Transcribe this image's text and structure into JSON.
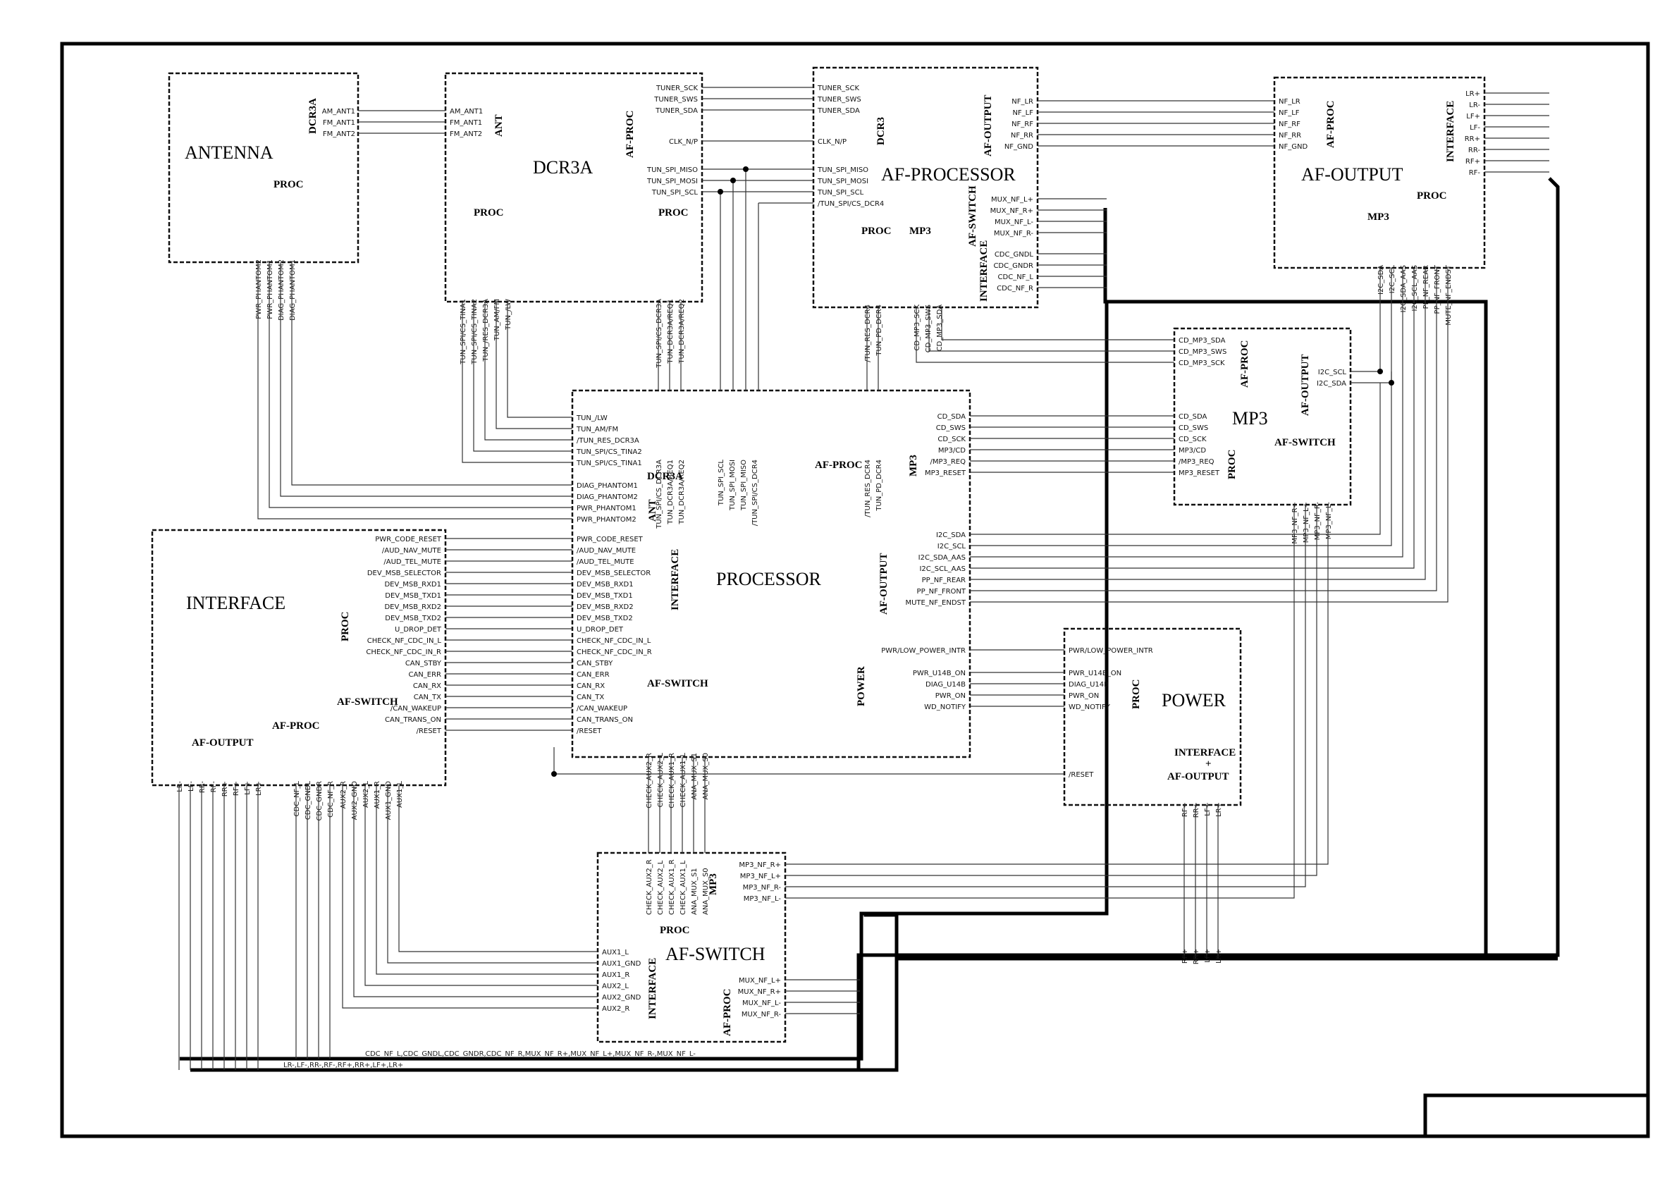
{
  "blocks": {
    "antenna": {
      "title": "ANTENNA",
      "tag_dcr3a": "DCR3A",
      "tag_proc": "PROC",
      "pins_right": [
        "AM_ANT1",
        "FM_ANT1",
        "FM_ANT2"
      ],
      "pins_bottom": [
        "PWR_PHANTOM2",
        "PWR_PHANTOM1",
        "DIAG_PHANTOM2",
        "DIAG_PHANTOM1"
      ]
    },
    "dcr3a": {
      "title": "DCR3A",
      "tag_ant": "ANT",
      "tag_afproc": "AF-PROC",
      "tag_proc_l": "PROC",
      "tag_proc_r": "PROC",
      "pins_left": [
        "AM_ANT1",
        "FM_ANT1",
        "FM_ANT2"
      ],
      "pins_right": [
        "TUNER_SCK",
        "TUNER_SWS",
        "TUNER_SDA",
        "CLK_N/P",
        "TUN_SPI_MISO",
        "TUN_SPI_MOSI",
        "TUN_SPI_SCL"
      ],
      "pins_bottom_l": [
        "TUN_SPI/CS_TINA1",
        "TUN_SPI/CS_TINA2",
        "TUN_/RES_DCR3A",
        "TUN_AM/FM",
        "TUN_/LW"
      ],
      "pins_bottom_r": [
        "TUN_SPI/CS_DCR3A",
        "TUN_DCR3A/REQ1",
        "TUN_DCR3A/REQ2"
      ]
    },
    "afproc": {
      "title": "AF-PROCESSOR",
      "tag_dcr3": "DCR3",
      "tag_afout": "AF-OUTPUT",
      "tag_afsw": "AF-SWITCH",
      "tag_if": "INTERFACE",
      "tag_proc": "PROC",
      "tag_mp3": "MP3",
      "pins_left": [
        "TUNER_SCK",
        "TUNER_SWS",
        "TUNER_SDA",
        "CLK_N/P",
        "TUN_SPI_MISO",
        "TUN_SPI_MOSI",
        "TUN_SPI_SCL",
        "/TUN_SPI/CS_DCR4"
      ],
      "pins_right": [
        "NF_LR",
        "NF_LF",
        "NF_RF",
        "NF_RR",
        "NF_GND"
      ],
      "pins_right2": [
        "MUX_NF_L+",
        "MUX_NF_R+",
        "MUX_NF_L-",
        "MUX_NF_R-"
      ],
      "pins_right3": [
        "CDC_GNDL",
        "CDC_GNDR",
        "CDC_NF_L",
        "CDC_NF_R"
      ],
      "pins_bottom_l": [
        "/TUN_RES_DCR4",
        "TUN_PD_DCR4"
      ],
      "pins_bottom_r": [
        "CD_MP3_SCK",
        "CD_MP3_SWS",
        "CD_MP3_SDA"
      ]
    },
    "afoutput": {
      "title": "AF-OUTPUT",
      "tag_afproc": "AF-PROC",
      "tag_if": "INTERFACE",
      "tag_proc": "PROC",
      "tag_mp3": "MP3",
      "pins_left": [
        "NF_LR",
        "NF_LF",
        "NF_RF",
        "NF_RR",
        "NF_GND"
      ],
      "pins_right": [
        "LR+",
        "LR-",
        "LF+",
        "LF-",
        "RR+",
        "RR-",
        "RF+",
        "RF-"
      ],
      "pins_bottom": [
        "I2C_SDA",
        "I2C_SCL",
        "I2C_SDA_AAS",
        "I2C_SCL_AAS",
        "PP_NF_REAR",
        "PP_NF_FRONT",
        "MUTE_NF_ENDST"
      ]
    },
    "mp3": {
      "title": "MP3",
      "tag_afproc": "AF-PROC",
      "tag_afout": "AF-OUTPUT",
      "tag_afsw": "AF-SWITCH",
      "tag_proc": "PROC",
      "pins_left": [
        "CD_MP3_SDA",
        "CD_MP3_SWS",
        "CD_MP3_SCK",
        "CD_SDA",
        "CD_SWS",
        "CD_SCK",
        "MP3/CD",
        "/MP3_REQ",
        "MP3_RESET"
      ],
      "pins_right": [
        "I2C_SCL",
        "I2C_SDA"
      ],
      "pins_bottom": [
        "MP3_NF_R+",
        "MP3_NF_L+",
        "MP3_NF_R-",
        "MP3_NF_L-"
      ]
    },
    "processor": {
      "title": "PROCESSOR",
      "tag_dcr3a": "DCR3A",
      "tag_ant": "ANT",
      "tag_afproc": "AF-PROC",
      "tag_mp3": "MP3",
      "tag_if": "INTERFACE",
      "tag_afout": "AF-OUTPUT",
      "tag_afsw": "AF-SWITCH",
      "tag_power": "POWER",
      "pins_left_top": [
        "TUN_/LW",
        "TUN_AM/FM",
        "/TUN_RES_DCR3A",
        "TUN_SPI/CS_TINA2",
        "TUN_SPI/CS_TINA1"
      ],
      "pins_left_mid": [
        "DIAG_PHANTOM1",
        "DIAG_PHANTOM2",
        "PWR_PHANTOM1",
        "PWR_PHANTOM2"
      ],
      "pins_left": [
        "PWR_CODE_RESET",
        "/AUD_NAV_MUTE",
        "/AUD_TEL_MUTE",
        "DEV_MSB_SELECTOR",
        "DEV_MSB_RXD1",
        "DEV_MSB_TXD1",
        "DEV_MSB_RXD2",
        "DEV_MSB_TXD2",
        "U_DROP_DET",
        "CHECK_NF_CDC_IN_L",
        "CHECK_NF_CDC_IN_R",
        "CAN_STBY",
        "CAN_ERR",
        "CAN_RX",
        "CAN_TX",
        "/CAN_WAKEUP",
        "CAN_TRANS_ON",
        "/RESET"
      ],
      "pins_top": [
        "TUN_SPI/CS_DCR3A",
        "TUN_DCR3A/REQ1",
        "TUN_DCR3A/REQ2",
        "TUN_SPI_SCL",
        "TUN_SPI_MOSI",
        "TUN_SPI_MISO",
        "/TUN_SPI/CS_DCR4",
        "/TUN_RES_DCR4",
        "TUN_PD_DCR4"
      ],
      "pins_right_top": [
        "CD_SDA",
        "CD_SWS",
        "CD_SCK",
        "MP3/CD",
        "/MP3_REQ",
        "MP3_RESET"
      ],
      "pins_right_mid": [
        "I2C_SDA",
        "I2C_SCL",
        "I2C_SDA_AAS",
        "I2C_SCL_AAS",
        "PP_NF_REAR",
        "PP_NF_FRONT",
        "MUTE_NF_ENDST"
      ],
      "pins_right_low": [
        "PWR/LOW_POWER_INTR",
        "PWR_U14B_ON",
        "DIAG_U14B",
        "PWR_ON",
        "WD_NOTIFY"
      ],
      "pins_bottom": [
        "CHECK_AUX2_R",
        "CHECK_AUX2_L",
        "CHECK_AUX1_R",
        "CHECK_AUX1_L",
        "ANA_MUX_S1",
        "ANA_MUX_S0"
      ]
    },
    "interface": {
      "title": "INTERFACE",
      "tag_proc": "PROC",
      "tag_afsw": "AF-SWITCH",
      "tag_afproc": "AF-PROC",
      "tag_afout": "AF-OUTPUT",
      "pins_right": [
        "PWR_CODE_RESET",
        "/AUD_NAV_MUTE",
        "/AUD_TEL_MUTE",
        "DEV_MSB_SELECTOR",
        "DEV_MSB_RXD1",
        "DEV_MSB_TXD1",
        "DEV_MSB_RXD2",
        "DEV_MSB_TXD2",
        "U_DROP_DET",
        "CHECK_NF_CDC_IN_L",
        "CHECK_NF_CDC_IN_R",
        "CAN_STBY",
        "CAN_ERR",
        "CAN_RX",
        "CAN_TX",
        "/CAN_WAKEUP",
        "CAN_TRANS_ON",
        "/RESET"
      ],
      "pins_bottom": [
        "LR-",
        "LF-",
        "RR-",
        "RF-",
        "RR+",
        "RF+",
        "LF+",
        "LR+",
        "CDC_NF_L",
        "CDC_GNDL",
        "CDC_GNDR",
        "CDC_NF_R",
        "AUX2_R",
        "AUX2_GND",
        "AUX2_L",
        "AUX1_R",
        "AUX1_GND",
        "AUX1_L"
      ]
    },
    "power": {
      "title": "POWER",
      "tag_proc": "PROC",
      "tag_if": "INTERFACE",
      "tag_plus": "+",
      "tag_afout": "AF-OUTPUT",
      "pins_left": [
        "PWR/LOW_POWER_INTR",
        "PWR_U14B_ON",
        "DIAG_U14B",
        "PWR_ON",
        "WD_NOTIFY",
        "/RESET"
      ],
      "pins_bottom": [
        "RF+",
        "RR+",
        "LF+",
        "LR+"
      ]
    },
    "afswitch": {
      "title": "AF-SWITCH",
      "tag_mp3": "MP3",
      "tag_proc": "PROC",
      "tag_if": "INTERFACE",
      "tag_afproc": "AF-PROC",
      "pins_top": [
        "CHECK_AUX2_R",
        "CHECK_AUX2_L",
        "CHECK_AUX1_R",
        "CHECK_AUX1_L",
        "ANA_MUX_S1",
        "ANA_MUX_S0"
      ],
      "pins_right": [
        "MP3_NF_R+",
        "MP3_NF_L+",
        "MP3_NF_R-",
        "MP3_NF_L-"
      ],
      "pins_left": [
        "AUX1_L",
        "AUX1_GND",
        "AUX1_R",
        "AUX2_L",
        "AUX2_GND",
        "AUX2_R"
      ],
      "pins_right2": [
        "MUX_NF_L+",
        "MUX_NF_R+",
        "MUX_NF_L-",
        "MUX_NF_R-"
      ]
    }
  },
  "bus_labels": {
    "cdc_mux": "CDC_NF_L,CDC_GNDL,CDC_GNDR,CDC_NF_R,MUX_NF_R+,MUX_NF_L+,MUX_NF_R-,MUX_NF_L-",
    "speakers": "LR-,LF-,RR-,RF-,RF+,RR+,LF+,LR+",
    "power_out": [
      "RF+",
      "RR+",
      "LF+",
      "LR+"
    ]
  }
}
